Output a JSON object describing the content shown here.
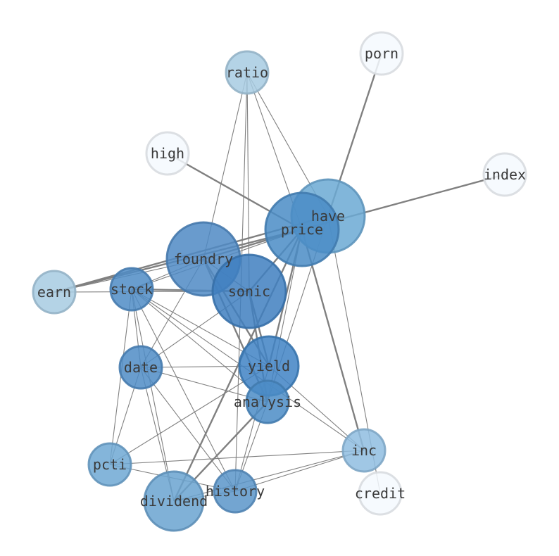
{
  "diagram": {
    "type": "network-graph",
    "nodes": [
      {
        "id": "ratio",
        "label": "ratio",
        "size": "small",
        "color": "#a7cbe2"
      },
      {
        "id": "porn",
        "label": "porn",
        "size": "small",
        "color": "#f5f9fe"
      },
      {
        "id": "high",
        "label": "high",
        "size": "small",
        "color": "#f5f9fe"
      },
      {
        "id": "index",
        "label": "index",
        "size": "small",
        "color": "#f5f9fe"
      },
      {
        "id": "have",
        "label": "have",
        "size": "large",
        "color": "#6ba9d4"
      },
      {
        "id": "price",
        "label": "price",
        "size": "large",
        "color": "#4a8cc6"
      },
      {
        "id": "foundry",
        "label": "foundry",
        "size": "large",
        "color": "#4f8ac4"
      },
      {
        "id": "earn",
        "label": "earn",
        "size": "small",
        "color": "#a7cbe2"
      },
      {
        "id": "stock",
        "label": "stock",
        "size": "small",
        "color": "#4f8cc6"
      },
      {
        "id": "sonic",
        "label": "sonic",
        "size": "large",
        "color": "#3f7fbf"
      },
      {
        "id": "date",
        "label": "date",
        "size": "small",
        "color": "#4f8cc6"
      },
      {
        "id": "yield",
        "label": "yield",
        "size": "medium",
        "color": "#3f83c4"
      },
      {
        "id": "analysis",
        "label": "analysis",
        "size": "small",
        "color": "#4b8cc6"
      },
      {
        "id": "inc",
        "label": "inc",
        "size": "small",
        "color": "#8fbde0"
      },
      {
        "id": "pcti",
        "label": "pcti",
        "size": "small",
        "color": "#6fa8d3"
      },
      {
        "id": "credit",
        "label": "credit",
        "size": "small",
        "color": "#f5f9fe"
      },
      {
        "id": "history",
        "label": "history",
        "size": "small",
        "color": "#5b95c9"
      },
      {
        "id": "dividend",
        "label": "dividend",
        "size": "medium",
        "color": "#6aa3d0"
      }
    ],
    "edges": [
      {
        "source": "ratio",
        "target": "foundry",
        "weight": 1
      },
      {
        "source": "ratio",
        "target": "sonic",
        "weight": 1
      },
      {
        "source": "ratio",
        "target": "price",
        "weight": 1
      },
      {
        "source": "ratio",
        "target": "have",
        "weight": 1
      },
      {
        "source": "ratio",
        "target": "history",
        "weight": 1
      },
      {
        "source": "porn",
        "target": "have",
        "weight": 2
      },
      {
        "source": "high",
        "target": "price",
        "weight": 2
      },
      {
        "source": "index",
        "target": "price",
        "weight": 2
      },
      {
        "source": "earn",
        "target": "price",
        "weight": 2
      },
      {
        "source": "earn",
        "target": "have",
        "weight": 2
      },
      {
        "source": "earn",
        "target": "foundry",
        "weight": 1
      },
      {
        "source": "earn",
        "target": "sonic",
        "weight": 1
      },
      {
        "source": "stock",
        "target": "sonic",
        "weight": 2
      },
      {
        "source": "stock",
        "target": "foundry",
        "weight": 1
      },
      {
        "source": "stock",
        "target": "price",
        "weight": 1
      },
      {
        "source": "stock",
        "target": "yield",
        "weight": 1
      },
      {
        "source": "stock",
        "target": "analysis",
        "weight": 1
      },
      {
        "source": "stock",
        "target": "date",
        "weight": 1
      },
      {
        "source": "stock",
        "target": "pcti",
        "weight": 1
      },
      {
        "source": "stock",
        "target": "dividend",
        "weight": 1
      },
      {
        "source": "stock",
        "target": "history",
        "weight": 1
      },
      {
        "source": "stock",
        "target": "inc",
        "weight": 1
      },
      {
        "source": "foundry",
        "target": "price",
        "weight": 2
      },
      {
        "source": "foundry",
        "target": "sonic",
        "weight": 1
      },
      {
        "source": "foundry",
        "target": "yield",
        "weight": 2
      },
      {
        "source": "foundry",
        "target": "analysis",
        "weight": 2
      },
      {
        "source": "foundry",
        "target": "date",
        "weight": 1
      },
      {
        "source": "sonic",
        "target": "price",
        "weight": 2
      },
      {
        "source": "sonic",
        "target": "yield",
        "weight": 2
      },
      {
        "source": "sonic",
        "target": "analysis",
        "weight": 2
      },
      {
        "source": "sonic",
        "target": "date",
        "weight": 1
      },
      {
        "source": "price",
        "target": "yield",
        "weight": 2
      },
      {
        "source": "price",
        "target": "analysis",
        "weight": 1
      },
      {
        "source": "price",
        "target": "inc",
        "weight": 2
      },
      {
        "source": "price",
        "target": "dividend",
        "weight": 2
      },
      {
        "source": "have",
        "target": "analysis",
        "weight": 1
      },
      {
        "source": "have",
        "target": "credit",
        "weight": 1
      },
      {
        "source": "date",
        "target": "yield",
        "weight": 1
      },
      {
        "source": "date",
        "target": "analysis",
        "weight": 1
      },
      {
        "source": "date",
        "target": "pcti",
        "weight": 1
      },
      {
        "source": "date",
        "target": "dividend",
        "weight": 1
      },
      {
        "source": "date",
        "target": "history",
        "weight": 1
      },
      {
        "source": "yield",
        "target": "inc",
        "weight": 1
      },
      {
        "source": "yield",
        "target": "pcti",
        "weight": 1
      },
      {
        "source": "yield",
        "target": "history",
        "weight": 1
      },
      {
        "source": "analysis",
        "target": "history",
        "weight": 1
      },
      {
        "source": "analysis",
        "target": "dividend",
        "weight": 2
      },
      {
        "source": "inc",
        "target": "pcti",
        "weight": 1
      },
      {
        "source": "inc",
        "target": "history",
        "weight": 1
      },
      {
        "source": "inc",
        "target": "dividend",
        "weight": 1
      },
      {
        "source": "pcti",
        "target": "history",
        "weight": 1
      },
      {
        "source": "history",
        "target": "dividend",
        "weight": 1
      }
    ]
  }
}
